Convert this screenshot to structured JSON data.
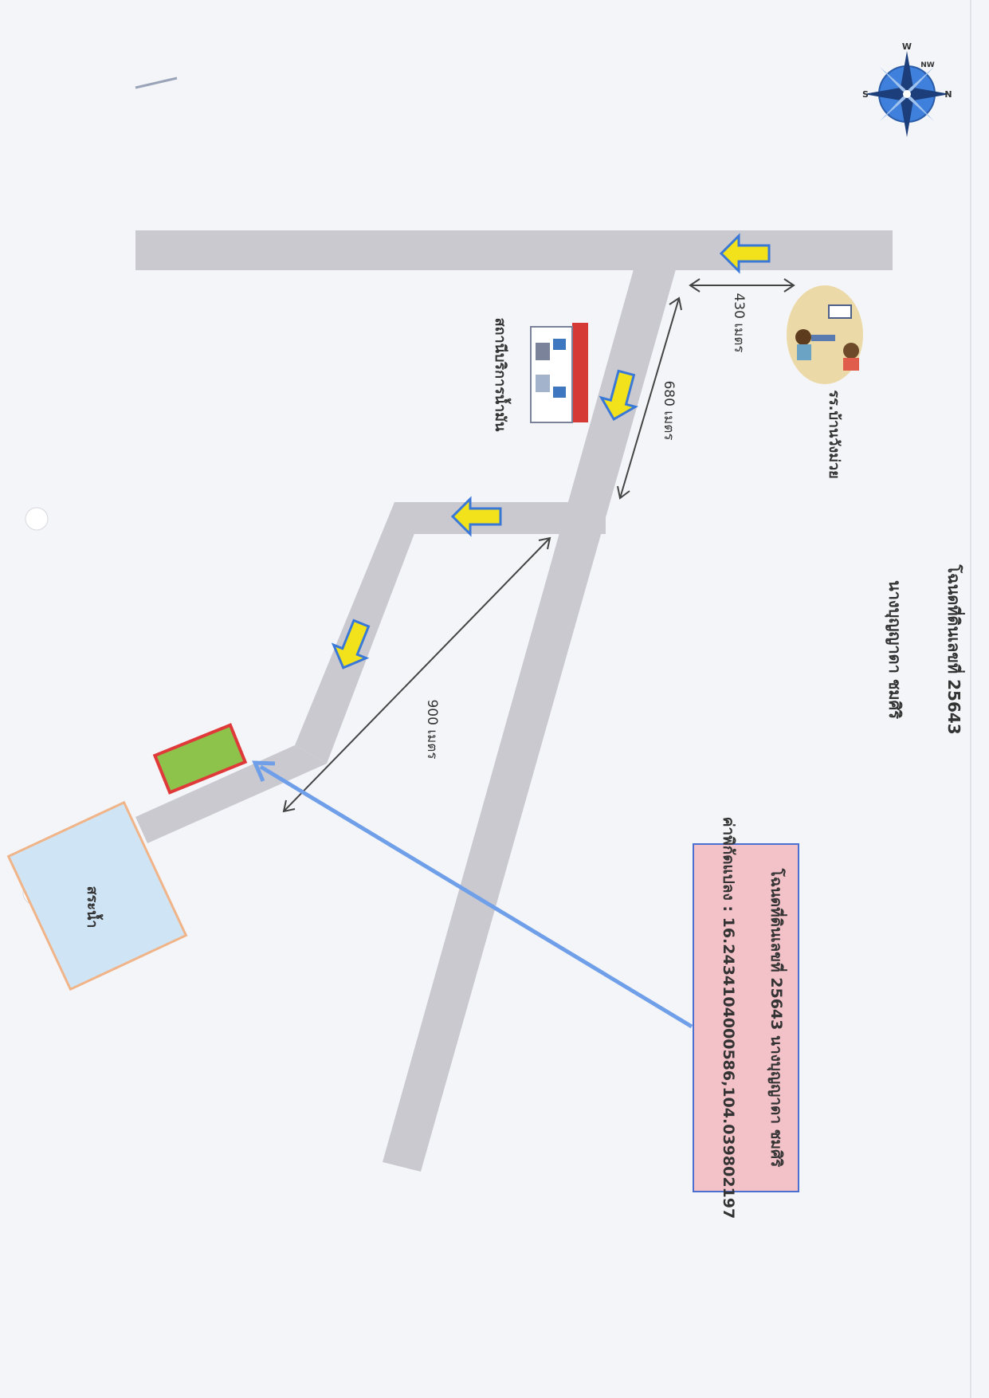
{
  "document": {
    "title": "โฉนดที่ดินเลขที่ 25643",
    "owner": "นางบุญญาดา ชมศิริ"
  },
  "info_box": {
    "line1": "โฉนดที่ดินเลขที่ 25643 นางบุญญาดา ชมศิริ",
    "line2": "ค่าพิกัดแปลง : 16.2434104000586,104.039802197"
  },
  "landmarks": {
    "school": "รร.บ้านวังม่วย",
    "gas_station": "สถานีบริการน้ำมัน",
    "pond": "สระน้ำ"
  },
  "distances": {
    "d1": "430 เมตร",
    "d2": "680 เมตร",
    "d3": "900 เมตร"
  },
  "compass": {
    "labels": [
      "W",
      "NW",
      "N",
      "S"
    ]
  },
  "colors": {
    "road": "#c9c9cf",
    "arrow_fill": "#f2e21c",
    "arrow_stroke": "#3a78d8",
    "pointer": "#6f9fe8",
    "parcel_fill": "#8dc34a",
    "parcel_border": "#e0393a",
    "pond_fill": "#cfe5f6",
    "pond_border": "#f0b488",
    "info_fill": "#f3c2c9",
    "info_border": "#4a6fd0"
  }
}
